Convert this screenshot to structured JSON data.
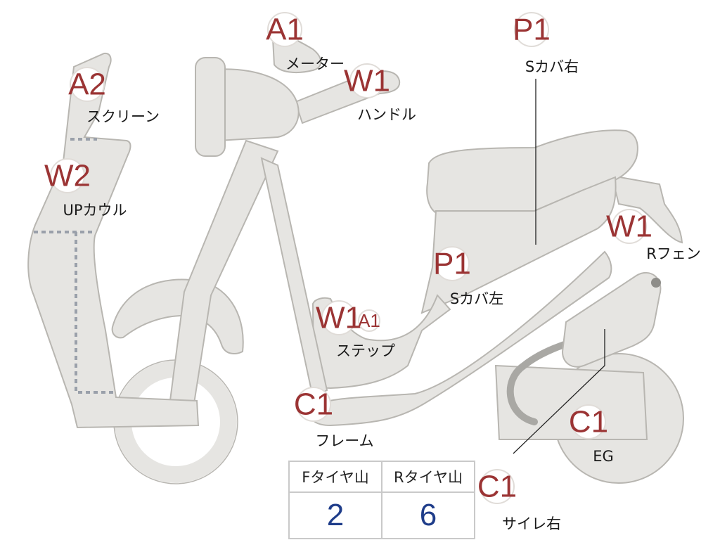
{
  "labels": [
    {
      "id": "meter",
      "grade": "A1",
      "part": "メーター"
    },
    {
      "id": "screen",
      "grade": "A2",
      "part": "スクリーン"
    },
    {
      "id": "handle",
      "grade": "W1",
      "part": "ハンドル"
    },
    {
      "id": "upcowl",
      "grade": "W2",
      "part": "UPカウル"
    },
    {
      "id": "scover-right",
      "grade": "P1",
      "part": "Sカバ右"
    },
    {
      "id": "rfender",
      "grade": "W1",
      "part": "Rフェン"
    },
    {
      "id": "scover-left",
      "grade": "P1",
      "part": "Sカバ左"
    },
    {
      "id": "step",
      "grade": "W1",
      "grade2": "A1",
      "part": "ステップ"
    },
    {
      "id": "frame",
      "grade": "C1",
      "part": "フレーム"
    },
    {
      "id": "eg",
      "grade": "C1",
      "part": "EG"
    },
    {
      "id": "silencer-right",
      "grade": "C1",
      "part": "サイレ右"
    }
  ],
  "tire_table": {
    "headers": [
      "Fタイヤ山",
      "Rタイヤ山"
    ],
    "values": [
      "2",
      "6"
    ]
  },
  "colors": {
    "body": "#e6e5e2",
    "outline": "#b8b6b1",
    "grade": "#9b3434",
    "tire_value": "#1f3d8a",
    "dotted": "#9aa0aa"
  }
}
